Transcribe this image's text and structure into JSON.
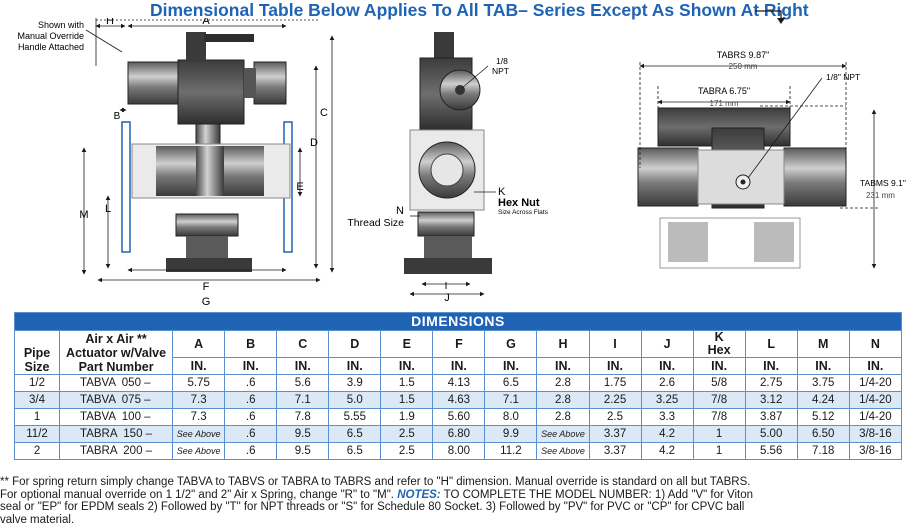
{
  "headline": "Dimensional Table Below Applies To All TAB– Series Except As Shown At Right",
  "drawing_left": {
    "callout_manual_override": [
      "Shown with",
      "Manual Override",
      "Handle Attached"
    ],
    "labels": {
      "h": "H",
      "a": "A",
      "c": "C",
      "d": "D",
      "e": "E",
      "m": "M",
      "l": "L",
      "b": "B",
      "f": "F",
      "g": "G"
    }
  },
  "drawing_center": {
    "npt_label": [
      "1/8",
      "NPT"
    ],
    "k_label": "K",
    "hex_nut_label": "Hex Nut",
    "size_across_flats": "Size Across Flats",
    "n_label": "N",
    "thread_size": "Thread Size",
    "i_label": "I",
    "j_label": "J"
  },
  "drawing_right": {
    "tabrs_width": "TABRS 9.87\"",
    "tabrs_width_mm": "250 mm",
    "tabra_width": "TABRA 6.75\"",
    "tabra_width_mm": "171 mm",
    "npt_label": "1/8\" NPT",
    "tabms_height": "TABMS 9.1\"",
    "tabms_height_mm": "231 mm"
  },
  "table": {
    "title": "DIMENSIONS",
    "col_pipe": [
      "Pipe",
      "Size"
    ],
    "col_part": [
      "Air x Air **",
      "Actuator w/Valve",
      "Part Number"
    ],
    "letters": [
      "A",
      "B",
      "C",
      "D",
      "E",
      "F",
      "G",
      "H",
      "I",
      "J",
      "K",
      "L",
      "M",
      "N"
    ],
    "k_sub": "Hex",
    "unit": "IN.",
    "rows": [
      {
        "size": "1/2",
        "part": "TABVA  050 –",
        "vals": [
          "5.75",
          ".6",
          "5.6",
          "3.9",
          "1.5",
          "4.13",
          "6.5",
          "2.8",
          "1.75",
          "2.6",
          "5/8",
          "2.75",
          "3.75",
          "1/4-20"
        ]
      },
      {
        "size": "3/4",
        "part": "TABVA  075 –",
        "vals": [
          "7.3",
          ".6",
          "7.1",
          "5.0",
          "1.5",
          "4.63",
          "7.1",
          "2.8",
          "2.25",
          "3.25",
          "7/8",
          "3.12",
          "4.24",
          "1/4-20"
        ]
      },
      {
        "size": "1",
        "part": "TABVA  100 –",
        "vals": [
          "7.3",
          ".6",
          "7.8",
          "5.55",
          "1.9",
          "5.60",
          "8.0",
          "2.8",
          "2.5",
          "3.3",
          "7/8",
          "3.87",
          "5.12",
          "1/4-20"
        ]
      },
      {
        "size": "11/2",
        "part": "TABRA  150 –",
        "vals": [
          "See Above",
          ".6",
          "9.5",
          "6.5",
          "2.5",
          "6.80",
          "9.9",
          "See Above",
          "3.37",
          "4.2",
          "1",
          "5.00",
          "6.50",
          "3/8-16"
        ]
      },
      {
        "size": "2",
        "part": "TABRA  200 –",
        "vals": [
          "See Above",
          ".6",
          "9.5",
          "6.5",
          "2.5",
          "8.00",
          "11.2",
          "See Above",
          "3.37",
          "4.2",
          "1",
          "5.56",
          "7.18",
          "3/8-16"
        ]
      }
    ]
  },
  "notes": {
    "line1": "** For spring return simply change TABVA to TABVS or TABRA to TABRS and refer to \"H\" dimension. Manual override is standard on all but TABRS.",
    "line2_pre": "For optional manual override on 1 1/2\" and 2\" Air x Spring, change \"R\" to \"M\".",
    "notes_label": "NOTES:",
    "line2_post": "TO COMPLETE THE MODEL NUMBER:  1) Add \"V\" for Viton",
    "line3": "seal or \"EP\" for EPDM seals  2) Followed by \"T\" for NPT threads or \"S\" for Schedule 80 Socket.  3) Followed by \"PV\" for PVC  or \"CP\" for CPVC ball",
    "line4": "valve material."
  },
  "colors": {
    "accent_blue": "#1f63b4",
    "row_shade": "#dbe8f6",
    "drawing_dark": "#3d3d3d",
    "drawing_mid": "#8e8e8e"
  }
}
